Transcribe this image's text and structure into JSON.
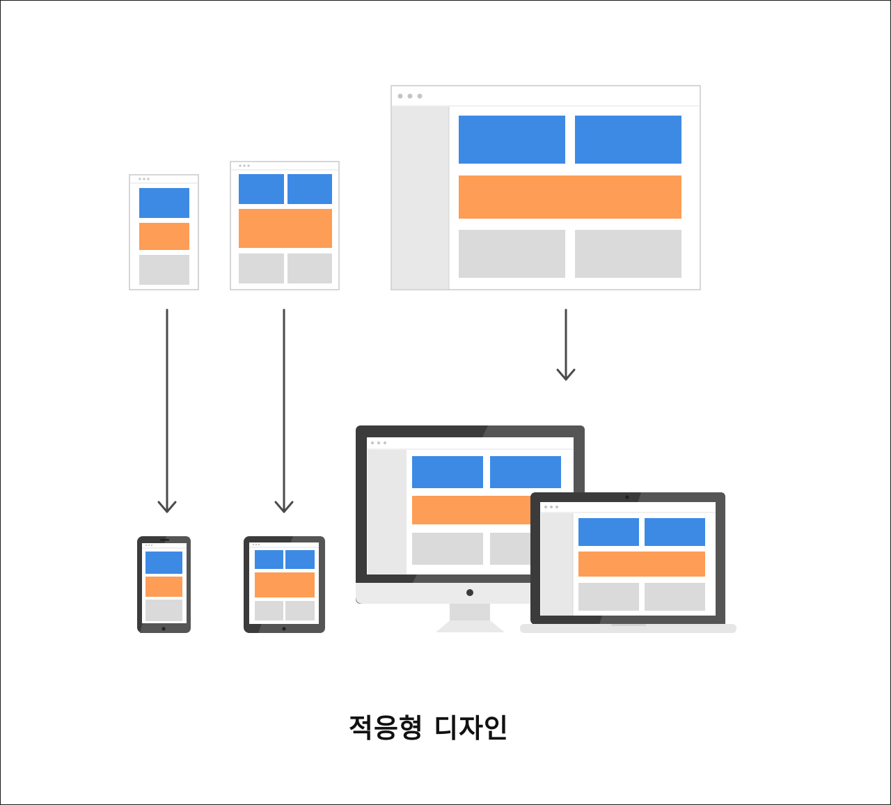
{
  "caption": "적응형 디자인",
  "colors": {
    "blue": "#3d8ae5",
    "orange": "#fd9d56",
    "gray_block": "#dadada",
    "sidebar": "#e8e8e8",
    "window_border": "#c9c9c9",
    "dot": "#c4c4c4",
    "device_dark": "#3b3b3b",
    "device_light": "#5a5a5a",
    "stand": "#e6e6e6",
    "arrow": "#4a4a4a"
  },
  "layouts": [
    {
      "name": "narrow-mobile-layout",
      "blocks": [
        "blue",
        "orange",
        "gray"
      ]
    },
    {
      "name": "tablet-layout",
      "blocks": [
        "blue",
        "blue",
        "orange",
        "gray",
        "gray"
      ]
    },
    {
      "name": "desktop-layout",
      "blocks": [
        "sidebar",
        "blue",
        "blue",
        "orange",
        "gray",
        "gray"
      ]
    }
  ],
  "devices": [
    "smartphone",
    "tablet",
    "desktop-monitor",
    "laptop"
  ]
}
